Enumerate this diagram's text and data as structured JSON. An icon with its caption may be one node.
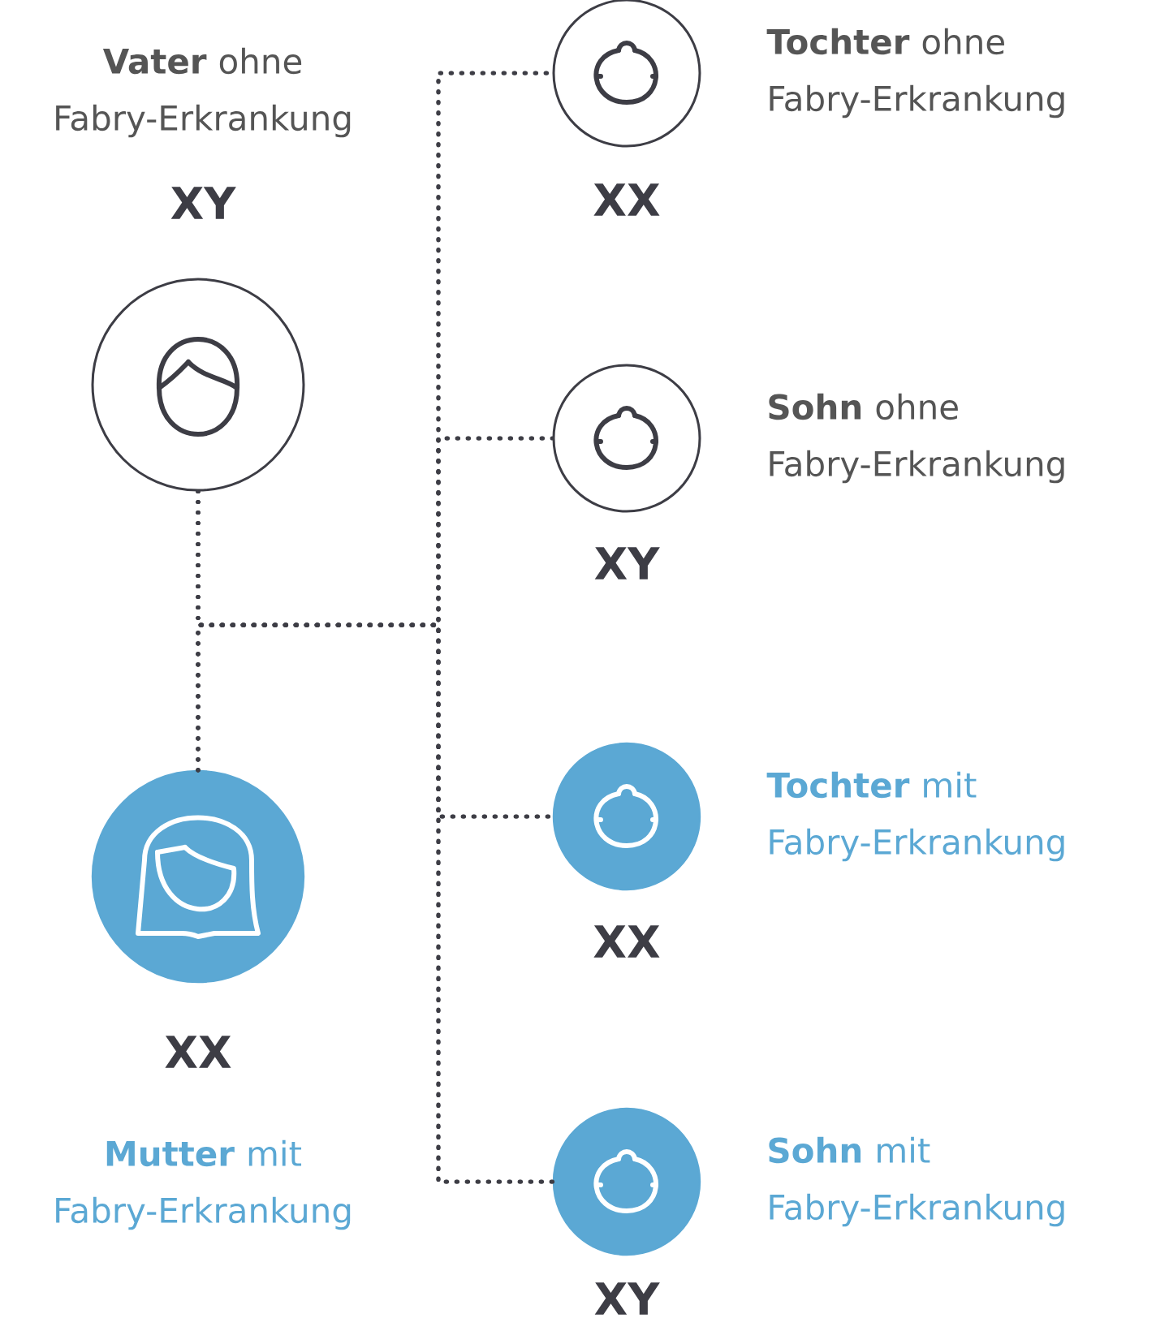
{
  "diagram": {
    "nodes": [
      {
        "text": [],
        "shape": "circle",
        "beside": [
          "**Vater** ohne Fabry-Erkrankung",
          "XY"
        ]
      },
      {
        "text": [],
        "shape": "disc",
        "beside": [
          "XX",
          "**Mutter** mit Fabry-Erkrankung"
        ]
      },
      {
        "text": [],
        "shape": "circle",
        "beside": [
          "**Tochter** ohne Fabry-Erkrankung",
          "XX"
        ]
      },
      {
        "text": [],
        "shape": "circle",
        "beside": [
          "**Sohn** ohne Fabry-Erkrankung",
          "XY"
        ]
      },
      {
        "text": [],
        "shape": "disc",
        "beside": [
          "**Tochter** mit Fabry-Erkrankung",
          "XX"
        ]
      },
      {
        "text": [],
        "shape": "disc",
        "beside": [
          "**Sohn** mit Fabry-Erkrankung",
          "XY"
        ]
      }
    ],
    "edges": [
      {
        "from": 0,
        "to": 2,
        "arrow": "none"
      },
      {
        "from": 0,
        "to": 3,
        "arrow": "none"
      },
      {
        "from": 0,
        "to": 4,
        "arrow": "none"
      },
      {
        "from": 0,
        "to": 5,
        "arrow": "none"
      },
      {
        "from": 1,
        "to": 2,
        "arrow": "none"
      },
      {
        "from": 1,
        "to": 3,
        "arrow": "none"
      },
      {
        "from": 1,
        "to": 4,
        "arrow": "none"
      },
      {
        "from": 1,
        "to": 5,
        "arrow": "none"
      }
    ]
  }
}
